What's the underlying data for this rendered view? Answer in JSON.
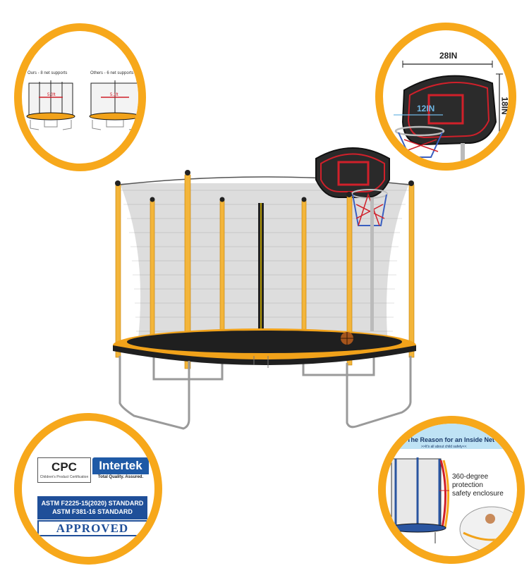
{
  "colors": {
    "accent": "#f7a81b",
    "frame": "#f1a21a",
    "pole": "#f3b53a",
    "mat": "#1f1f1f",
    "net": "#7d7d7d",
    "badge_blue": "#1f4f99",
    "hoop_red": "#d0202a"
  },
  "net_supports": {
    "ours_label": "Ours - 8 net supports",
    "ours_measure": "5.0ft",
    "others_label": "Others - 6 net supports",
    "others_measure": "5.1ft"
  },
  "hoop_dimensions": {
    "width": "28IN",
    "height": "18IN",
    "rim": "12IN"
  },
  "certifications": {
    "cpc_title": "CPC",
    "cpc_sub": "Children's Product Certification",
    "intertek_title": "Intertek",
    "intertek_sub": "Total Quality. Assured.",
    "astm_line1": "ASTM F2225-15(2020) STANDARD",
    "astm_line2": "ASTM F381-16 STANDARD",
    "approved": "APPROVED"
  },
  "inside_net": {
    "title": "The Reason for an Inside Net",
    "subtitle": ">>It's all about child safety<<",
    "description_line1": "360-degree",
    "description_line2": "protection",
    "description_line3": "safety enclosure"
  }
}
